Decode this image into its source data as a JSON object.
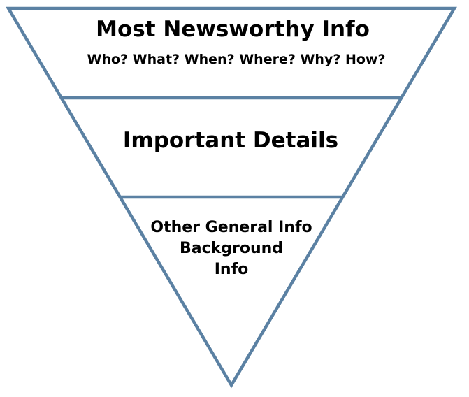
{
  "diagram": {
    "colors": {
      "outline": "#5b81a3",
      "text": "#000000",
      "background": "#ffffff"
    },
    "tiers": [
      {
        "lines": [
          "Most Newsworthy Info",
          "Who? What? When? Where? Why? How?"
        ]
      },
      {
        "lines": [
          "Important Details"
        ]
      },
      {
        "lines": [
          "Other General Info",
          "Background",
          "Info"
        ]
      }
    ]
  }
}
